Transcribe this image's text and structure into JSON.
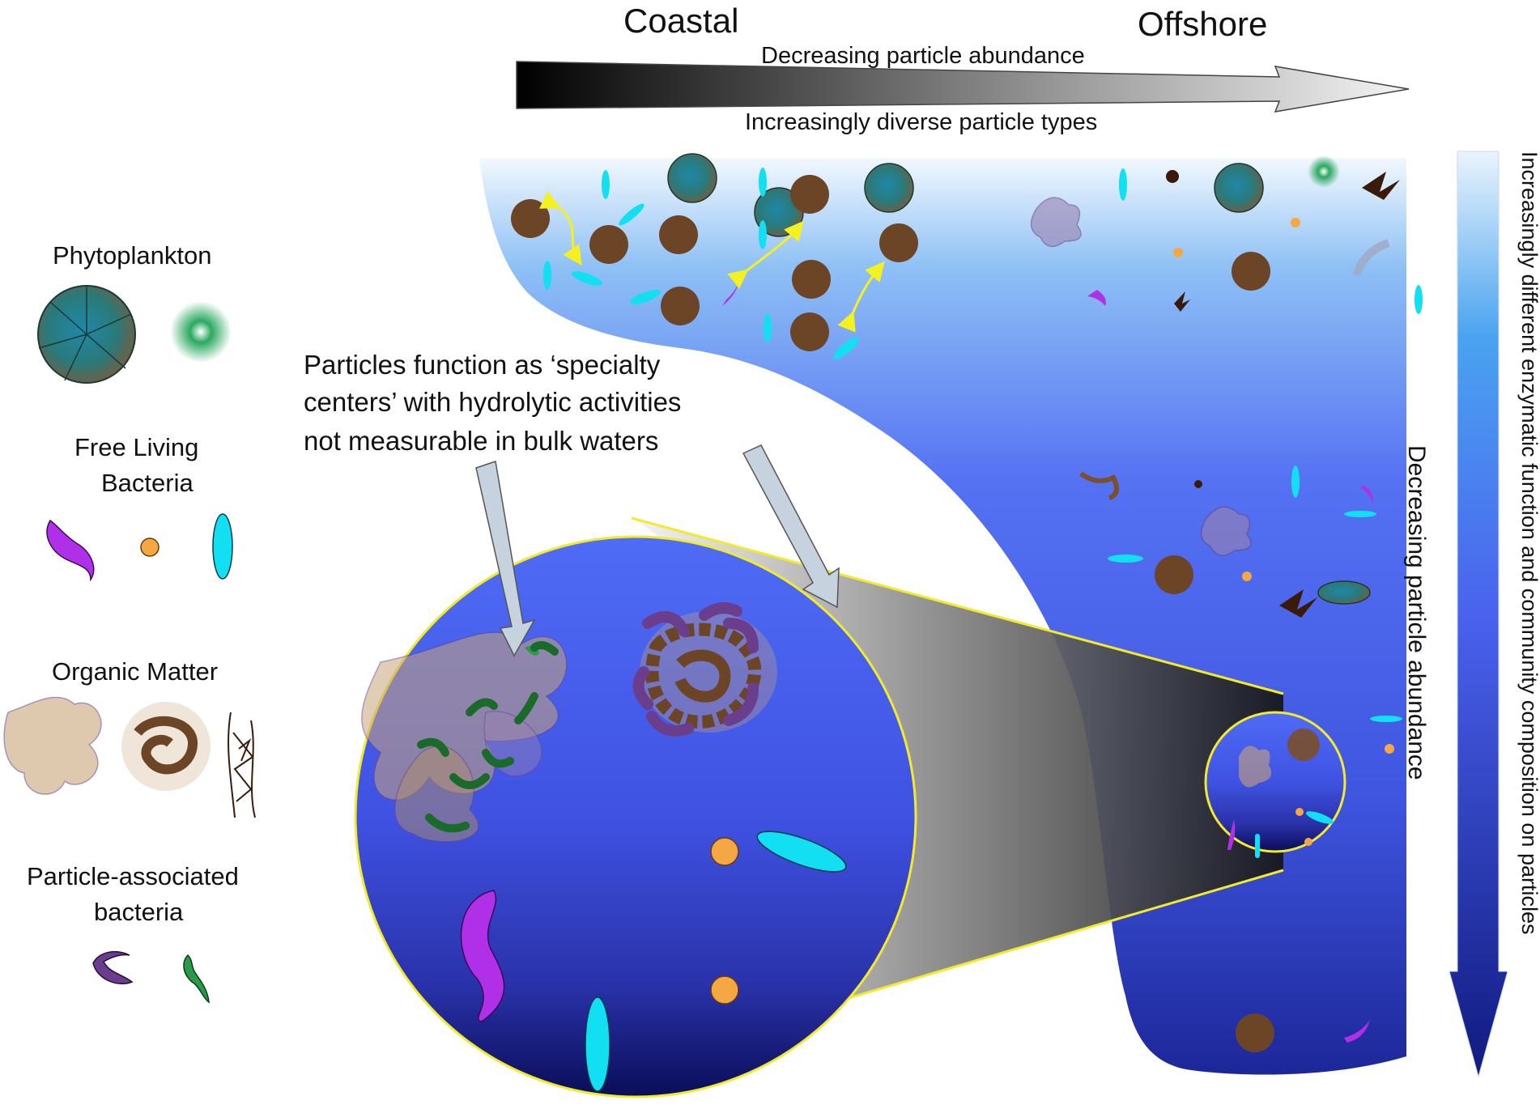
{
  "header": {
    "coastal": "Coastal",
    "offshore": "Offshore",
    "top_arrow_upper": "Decreasing particle abundance",
    "top_arrow_lower": "Increasingly diverse particle types"
  },
  "right_side": {
    "depth_arrow_label": "Decreasing particle abundance",
    "vertical_gradient_label": "Increasingly different enzymatic function and community composition on particles"
  },
  "callout": {
    "line1": "Particles function as ‘specialty",
    "line2": "centers’ with hydrolytic activities",
    "line3": "not measurable in bulk waters"
  },
  "legend": {
    "phytoplankton": "Phytoplankton",
    "free_living_line1": "Free Living",
    "free_living_line2": "Bacteria",
    "organic_matter": "Organic Matter",
    "particle_assoc_line1": "Particle-associated",
    "particle_assoc_line2": "bacteria"
  },
  "colors": {
    "water_top": "#e6f2fb",
    "water_mid": "#5b74f4",
    "water_deep": "#1a2296",
    "zoom_top": "#5068f0",
    "zoom_deep": "#0a0c55",
    "zoom_outline": "#f2ea2a",
    "cyan_bacteria": "#12e0f2",
    "orange_bacteria": "#f5a743",
    "purple_bacteria": "#b030e8",
    "green_bacteria": "#2a9a4a",
    "violet_bacteria": "#6a3e8c",
    "organic_brown": "#6b4526",
    "exchange_arrow": "#f5f020"
  }
}
